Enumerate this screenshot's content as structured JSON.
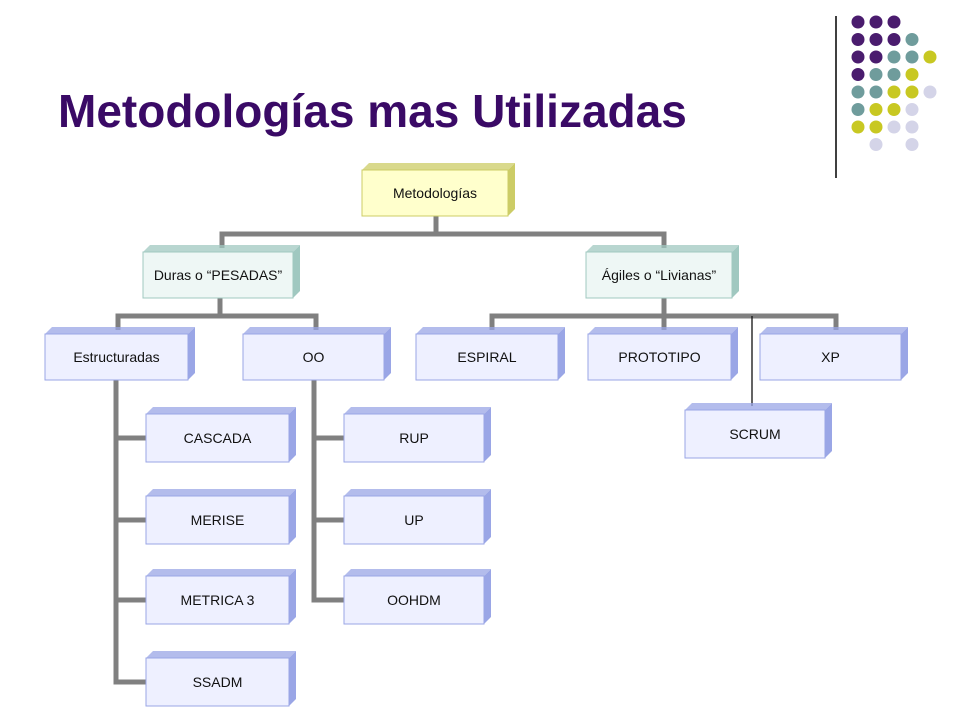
{
  "title": "Metodologías mas Utilizadas",
  "palette": {
    "title": "#3a0a66",
    "connector": "#808080",
    "root_fill": "#ffffcc",
    "root_edge": "#cccc66",
    "group_fill": "#eef7f5",
    "group_edge": "#a0c8c0",
    "leaf_fill": "#eef0ff",
    "leaf_edge": "#9aa6e6"
  },
  "decor_dots": [
    [
      "#4a1c6e",
      "#4a1c6e",
      "#4a1c6e",
      null,
      null
    ],
    [
      "#4a1c6e",
      "#4a1c6e",
      "#4a1c6e",
      "#6f9c9c",
      null
    ],
    [
      "#4a1c6e",
      "#4a1c6e",
      "#6f9c9c",
      "#6f9c9c",
      "#c8c822"
    ],
    [
      "#4a1c6e",
      "#6f9c9c",
      "#6f9c9c",
      "#c8c822",
      null
    ],
    [
      "#6f9c9c",
      "#6f9c9c",
      "#c8c822",
      "#c8c822",
      "#d4d4e8"
    ],
    [
      "#6f9c9c",
      "#c8c822",
      "#c8c822",
      "#d4d4e8",
      null
    ],
    [
      "#c8c822",
      "#c8c822",
      "#d4d4e8",
      "#d4d4e8",
      null
    ],
    [
      null,
      "#d4d4e8",
      null,
      "#d4d4e8",
      null
    ]
  ],
  "diagram": {
    "root": "Metodologías",
    "groups": [
      {
        "label": "Duras  o “PESADAS”"
      },
      {
        "label": "Ágiles o “Livianas”"
      }
    ],
    "branches": [
      {
        "label": "Estructuradas",
        "children": [
          "CASCADA",
          "MERISE",
          "METRICA 3",
          "SSADM"
        ]
      },
      {
        "label": "OO",
        "children": [
          "RUP",
          "UP",
          "OOHDM"
        ]
      },
      {
        "label": "ESPIRAL",
        "children": []
      },
      {
        "label": "PROTOTIPO",
        "children": []
      },
      {
        "label": "XP",
        "children": []
      }
    ],
    "extra": "SCRUM"
  }
}
